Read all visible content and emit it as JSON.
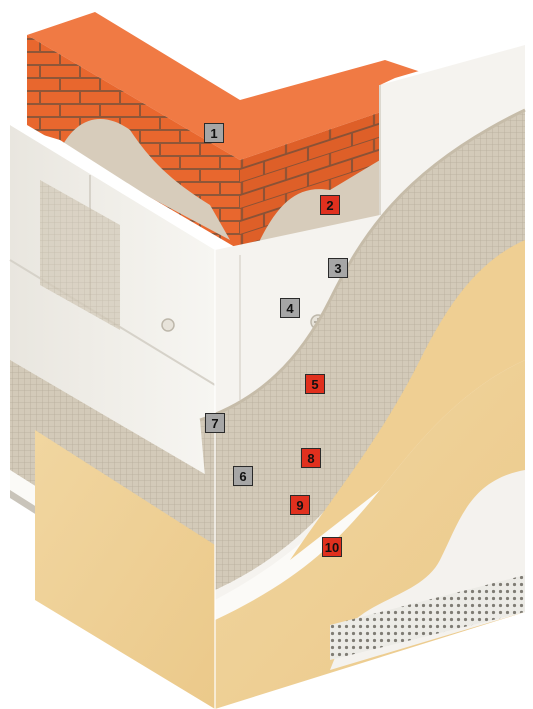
{
  "illustration": {
    "name": "external-wall-insulation-system-cutaway",
    "icon": "wall-layers-cutaway"
  },
  "colors": {
    "brick": "#e8672e",
    "mortar": "#8f5638",
    "insulation_board": "#f4f2ee",
    "adhesive": "#d9d0c0",
    "base_coat": "#d6cdbd",
    "mesh": "#cfc6b6",
    "render": "#f0d39a",
    "marker_gray": "#a6a6a6",
    "marker_red": "#e0301e"
  },
  "markers": [
    {
      "label": "1",
      "color": "gray"
    },
    {
      "label": "2",
      "color": "red"
    },
    {
      "label": "3",
      "color": "gray"
    },
    {
      "label": "4",
      "color": "gray"
    },
    {
      "label": "5",
      "color": "red"
    },
    {
      "label": "6",
      "color": "gray"
    },
    {
      "label": "7",
      "color": "gray"
    },
    {
      "label": "8",
      "color": "red"
    },
    {
      "label": "9",
      "color": "red"
    },
    {
      "label": "10",
      "color": "red"
    }
  ]
}
